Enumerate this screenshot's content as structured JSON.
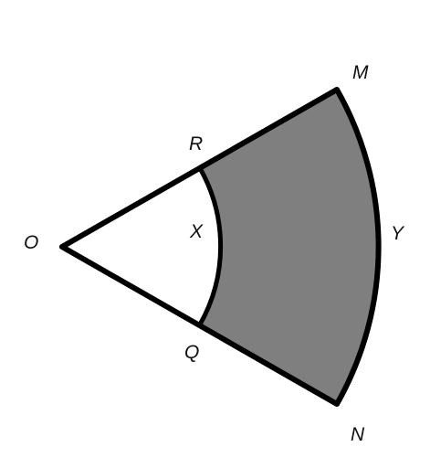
{
  "diagram": {
    "points": {
      "O": "O",
      "R": "R",
      "M": "M",
      "X": "X",
      "Y": "Y",
      "Q": "Q",
      "N": "N"
    },
    "colors": {
      "shaded_region": "#7f7f7f",
      "inner_sector": "#ffffff",
      "outline": "#000000"
    }
  }
}
